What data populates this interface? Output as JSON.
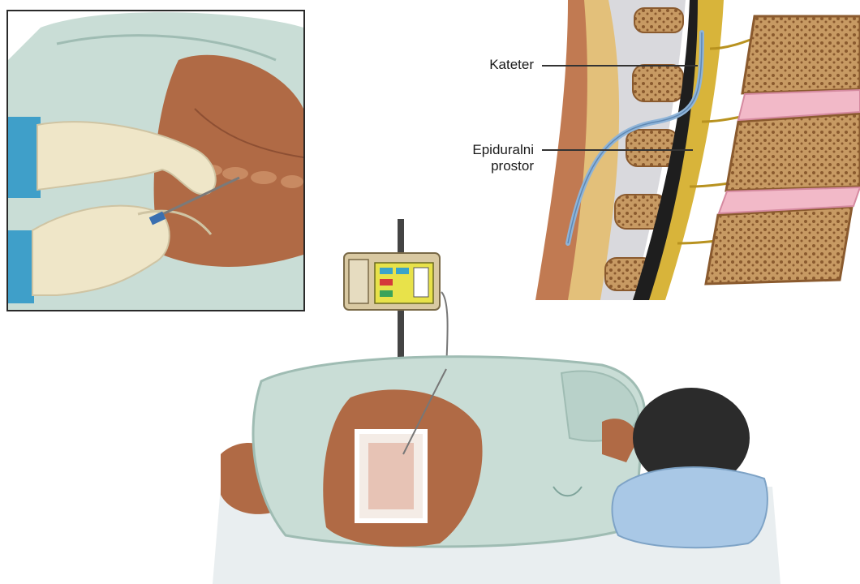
{
  "labels": {
    "catheter": "Kateter",
    "epidural_space_line1": "Epiduralni",
    "epidural_space_line2": "prostor"
  },
  "colors": {
    "gown": "#c9ddd6",
    "gown_shadow": "#9fbcb3",
    "skin": "#b06a45",
    "skin_shadow": "#8d4f33",
    "glove": "#efe6c8",
    "sleeve": "#3f9fc9",
    "spinal_cord": "#d8b43a",
    "vertebra": "#b9824c",
    "bone_spongy": "#c79a63",
    "disc": "#f2b9c8",
    "catheter": "#8fb4d8",
    "pillow": "#a9c8e6",
    "hair": "#2b2b2b",
    "pump_body": "#d9c9a2",
    "pump_screen": "#e8e24a"
  },
  "icons": [
    "gloved-hands-icon",
    "needle-icon",
    "infusion-pump-icon",
    "spine-cross-section-icon",
    "patient-icon"
  ]
}
